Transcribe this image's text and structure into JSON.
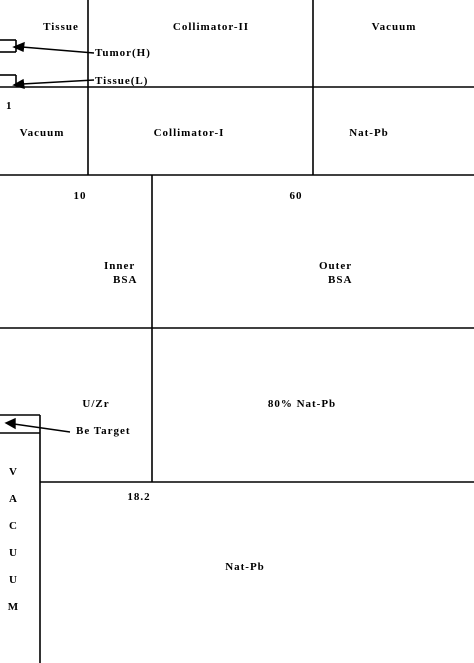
{
  "colors": {
    "line": "#000000",
    "background": "#ffffff"
  },
  "regions": {
    "tissue": "Tissue",
    "collimator_ii": "Collimator-II",
    "vacuum_top": "Vacuum",
    "vacuum_mid": "Vacuum",
    "collimator_i": "Collimator-I",
    "nat_pb_top": "Nat-Pb",
    "inner_bsa_line1": "Inner",
    "inner_bsa_line2": "BSA",
    "outer_bsa_line1": "Outer",
    "outer_bsa_line2": "BSA",
    "u_zr": "U/Zr",
    "nat_pb_80": "80% Nat-Pb",
    "nat_pb_bottom": "Nat-Pb",
    "vacuum_vertical": [
      "V",
      "A",
      "C",
      "U",
      "U",
      "M"
    ]
  },
  "callouts": {
    "tumor": "Tumor(H)",
    "tissue_l": "Tissue(L)",
    "be_target": "Be Target"
  },
  "dimensions": {
    "d1": "1",
    "d10": "10",
    "d60": "60",
    "d18_2": "18.2"
  }
}
